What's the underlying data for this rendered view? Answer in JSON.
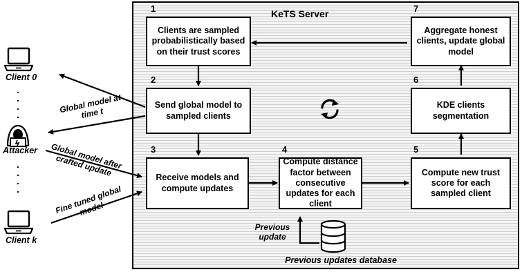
{
  "server": {
    "title": "KeTS Server"
  },
  "steps": [
    {
      "number": "1",
      "text": "Clients are sampled probabilistically based on their trust scores"
    },
    {
      "number": "2",
      "text": "Send global model to sampled clients"
    },
    {
      "number": "3",
      "text": "Receive models and compute updates"
    },
    {
      "number": "4",
      "text": "Compute distance factor between consecutive updates for each client"
    },
    {
      "number": "5",
      "text": "Compute new trust score for each sampled client"
    },
    {
      "number": "6",
      "text": "KDE clients segmentation"
    },
    {
      "number": "7",
      "text": "Aggregate honest clients, update global model"
    }
  ],
  "clients": {
    "client0": "Client 0",
    "attacker": "Attacker",
    "clientk": "Client k"
  },
  "edges": {
    "global_model": "Global model at time t",
    "attacker_update": "Global model after crafted update",
    "fine_tuned": "Fine tuned global model",
    "previous_update": "Previous update"
  },
  "database": {
    "label": "Previous updates database"
  },
  "icons": {
    "cycle": "refresh-icon",
    "laptop": "laptop-icon",
    "hacker": "hacker-icon",
    "database": "database-icon"
  }
}
